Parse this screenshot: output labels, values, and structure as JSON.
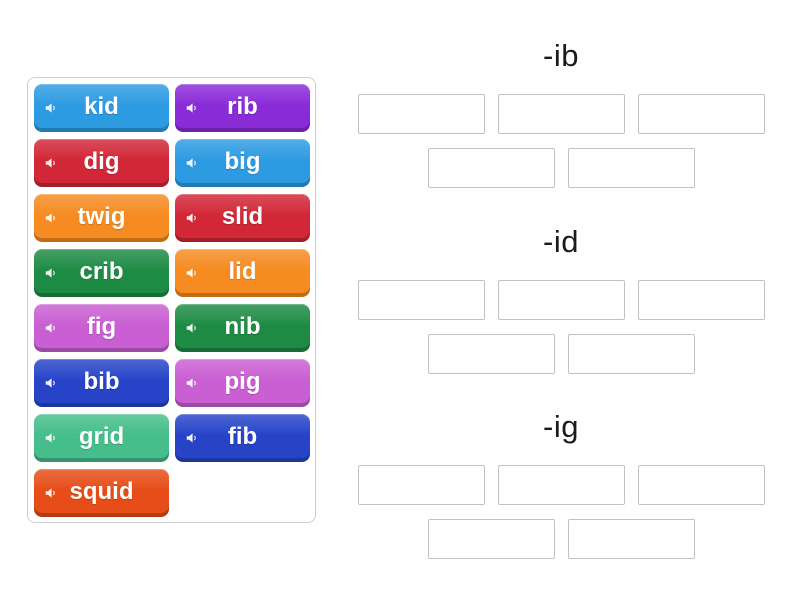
{
  "page": {
    "background_color": "#ffffff"
  },
  "word_bank": {
    "border_color": "#cfcfcf",
    "tiles": [
      {
        "word": "kid",
        "color": "#2D9BE2",
        "icon": "speaker-icon"
      },
      {
        "word": "rib",
        "color": "#8A2BD8",
        "icon": "speaker-icon"
      },
      {
        "word": "dig",
        "color": "#D22737",
        "icon": "speaker-icon"
      },
      {
        "word": "big",
        "color": "#2D9BE2",
        "icon": "speaker-icon"
      },
      {
        "word": "twig",
        "color": "#F68B21",
        "icon": "speaker-icon"
      },
      {
        "word": "slid",
        "color": "#D22737",
        "icon": "speaker-icon"
      },
      {
        "word": "crib",
        "color": "#1E8B45",
        "icon": "speaker-icon"
      },
      {
        "word": "lid",
        "color": "#F68B21",
        "icon": "speaker-icon"
      },
      {
        "word": "fig",
        "color": "#C95FD2",
        "icon": "speaker-icon"
      },
      {
        "word": "nib",
        "color": "#1E8B45",
        "icon": "speaker-icon"
      },
      {
        "word": "bib",
        "color": "#2744C8",
        "icon": "speaker-icon"
      },
      {
        "word": "pig",
        "color": "#C95FD2",
        "icon": "speaker-icon"
      },
      {
        "word": "grid",
        "color": "#45BE8B",
        "icon": "speaker-icon"
      },
      {
        "word": "fib",
        "color": "#2744C8",
        "icon": "speaker-icon"
      },
      {
        "word": "squid",
        "color": "#E64D18",
        "icon": "speaker-icon"
      }
    ]
  },
  "groups": [
    {
      "label": "-ib",
      "slot_rows": [
        3,
        2
      ],
      "slots_total": 5
    },
    {
      "label": "-id",
      "slot_rows": [
        3,
        2
      ],
      "slots_total": 5
    },
    {
      "label": "-ig",
      "slot_rows": [
        3,
        2
      ],
      "slots_total": 5
    }
  ],
  "slot_style": {
    "border_color": "#c2c2c2",
    "fill_color": "#ffffff"
  },
  "text_colors": {
    "tile_text": "#ffffff",
    "group_label": "#1b1b1b"
  }
}
